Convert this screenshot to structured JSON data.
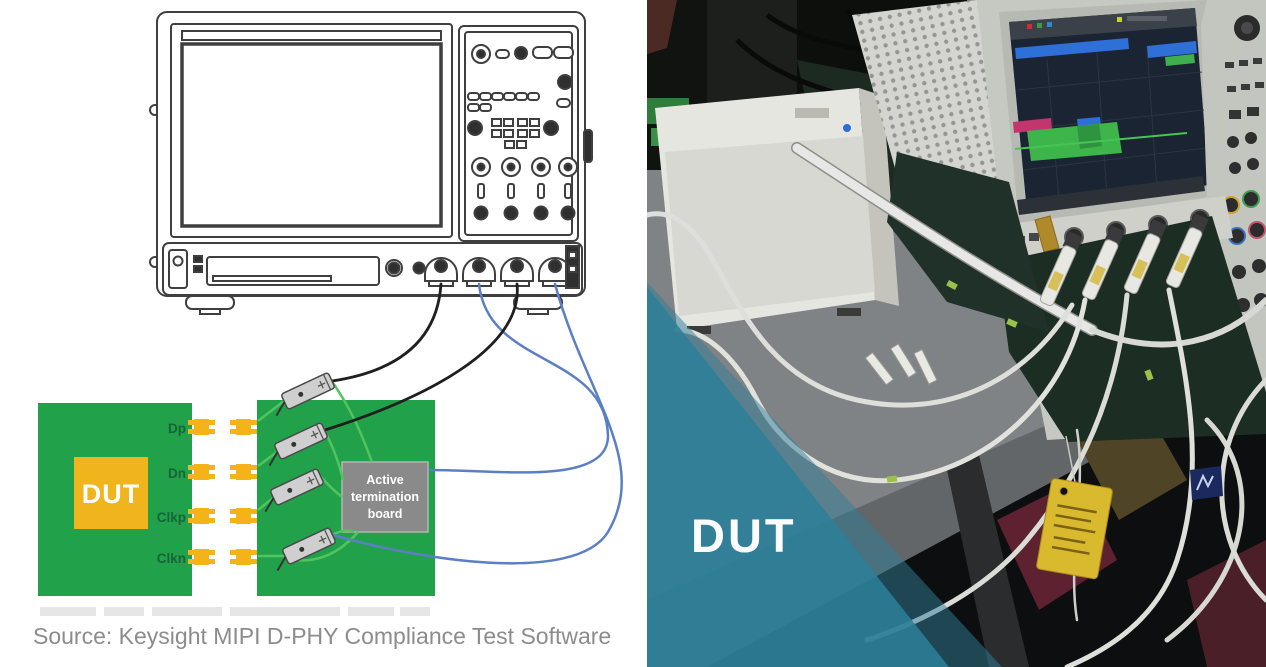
{
  "figure": {
    "caption": "Source: Keysight MIPI D-PHY Compliance Test Software"
  },
  "diagram": {
    "dut_label": "DUT",
    "signals": [
      "Dp",
      "Dn",
      "Clkp",
      "Clkn"
    ],
    "termination_board_label": {
      "line1": "Active",
      "line2": "termination",
      "line3": "board"
    },
    "colors": {
      "board_green": "#22A14B",
      "pad_yellow": "#F5B31A",
      "dut_box_yellow": "#F0B41C",
      "signal_label_green": "#166437",
      "termination_gray": "#8A8A8A",
      "cable_black": "#1F1F1F",
      "cable_blue": "#5B7FC4",
      "trace_green": "#52C45F",
      "line_art": "#3F3F3F",
      "caption_gray": "#8C8C8C"
    }
  },
  "photo": {
    "overlay_label": "DUT",
    "overlay_color": "#2E7E98"
  }
}
